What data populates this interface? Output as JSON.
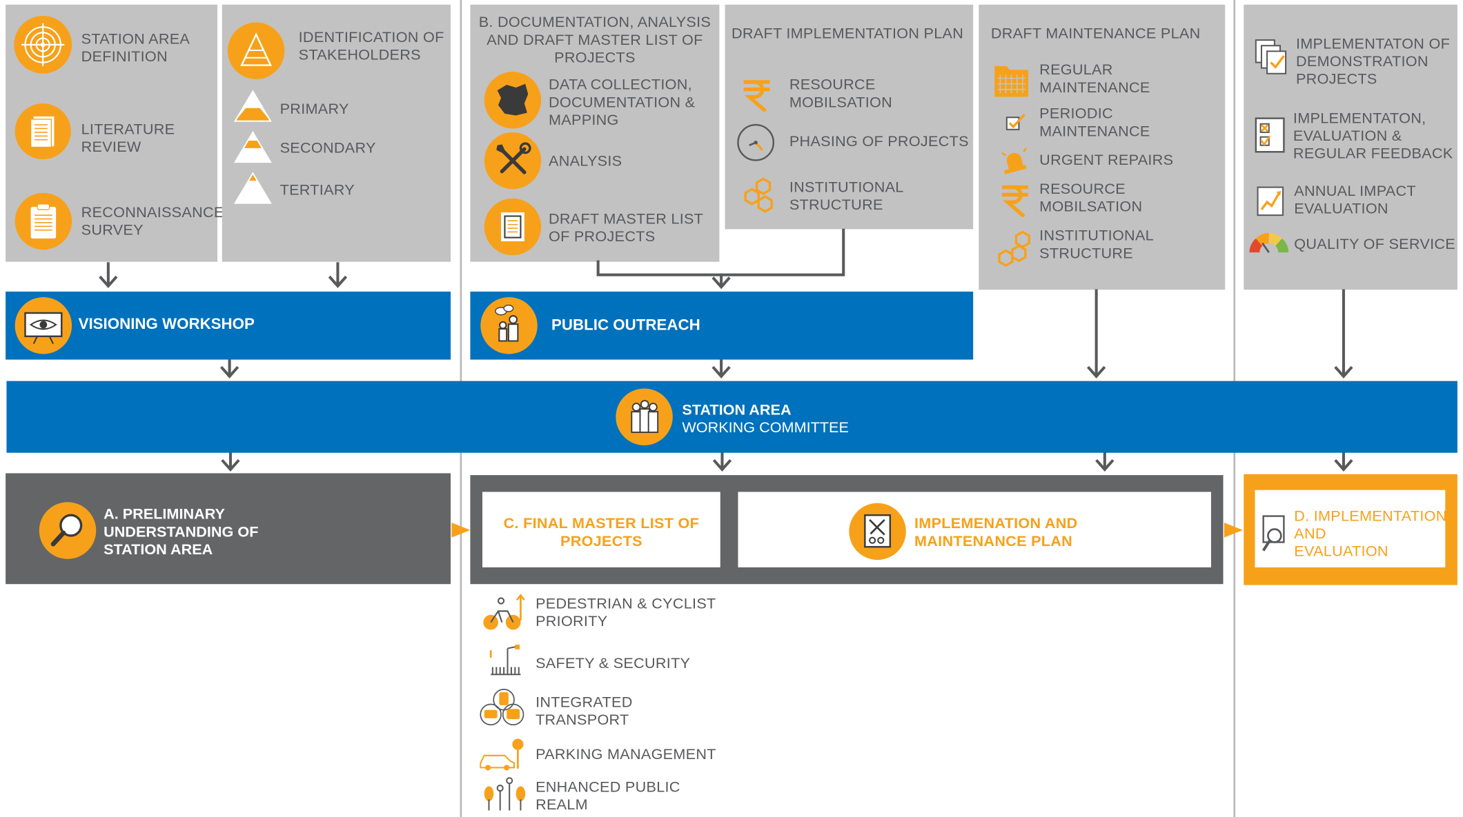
{
  "colors": {
    "orange": "#f7a11a",
    "blue": "#0071bc",
    "gray_panel": "#c2c2c3",
    "dark_gray": "#646567",
    "text_gray": "#58595b"
  },
  "col1": {
    "items": [
      {
        "icon": "target-icon",
        "line1": "STATION AREA",
        "line2": "DEFINITION"
      },
      {
        "icon": "document-icon",
        "line1": "LITERATURE",
        "line2": "REVIEW"
      },
      {
        "icon": "clipboard-icon",
        "line1": "RECONNAISSANCE",
        "line2": "SURVEY"
      }
    ]
  },
  "col2": {
    "title1": "IDENTIFICATION OF",
    "title2": "STAKEHOLDERS",
    "levels": [
      "PRIMARY",
      "SECONDARY",
      "TERTIARY"
    ]
  },
  "col3": {
    "title": [
      "B. DOCUMENTATION, ANALYSIS",
      "AND DRAFT MASTER LIST OF",
      "PROJECTS"
    ],
    "items": [
      {
        "icon": "map-icon",
        "lines": [
          "DATA COLLECTION,",
          "DOCUMENTATION &",
          "MAPPING"
        ]
      },
      {
        "icon": "tools-icon",
        "lines": [
          "ANALYSIS"
        ]
      },
      {
        "icon": "list-icon",
        "lines": [
          "DRAFT MASTER LIST",
          "OF PROJECTS"
        ]
      }
    ]
  },
  "col4": {
    "title": "DRAFT IMPLEMENTATION PLAN",
    "items": [
      {
        "icon": "rupee-icon",
        "lines": [
          "RESOURCE",
          "MOBILSATION"
        ]
      },
      {
        "icon": "clock-icon",
        "lines": [
          "PHASING OF PROJECTS"
        ]
      },
      {
        "icon": "hexagons-icon",
        "lines": [
          "INSTITUTIONAL",
          "STRUCTURE"
        ]
      }
    ]
  },
  "col5": {
    "title": "DRAFT MAINTENANCE PLAN",
    "items": [
      {
        "icon": "grid-folder-icon",
        "lines": [
          "REGULAR",
          "MAINTENANCE"
        ]
      },
      {
        "icon": "checkbox-icon",
        "lines": [
          "PERIODIC",
          "MAINTENANCE"
        ]
      },
      {
        "icon": "siren-icon",
        "lines": [
          "URGENT REPAIRS"
        ]
      },
      {
        "icon": "rupee-icon",
        "lines": [
          "RESOURCE",
          "MOBILSATION"
        ]
      },
      {
        "icon": "hexagons-icon",
        "lines": [
          "INSTITUTIONAL",
          "STRUCTURE"
        ]
      }
    ]
  },
  "col6": {
    "items": [
      {
        "icon": "documents-check-icon",
        "lines": [
          "IMPLEMENTATON OF",
          "DEMONSTRATION",
          "PROJECTS"
        ]
      },
      {
        "icon": "checklist-icon",
        "lines": [
          "IMPLEMENTATON,",
          "EVALUATION &",
          "REGULAR FEEDBACK"
        ]
      },
      {
        "icon": "chart-icon",
        "lines": [
          "ANNUAL IMPACT",
          "EVALUATION"
        ]
      },
      {
        "icon": "gauge-icon",
        "lines": [
          "QUALITY OF SERVICE"
        ]
      }
    ]
  },
  "visioning": {
    "label": "VISIONING WORKSHOP"
  },
  "outreach": {
    "label": "PUBLIC OUTREACH"
  },
  "committee": {
    "line1": "STATION AREA",
    "line2": "WORKING COMMITTEE"
  },
  "stageA": {
    "lines": [
      "A. PRELIMINARY",
      "UNDERSTANDING OF",
      "STATION AREA"
    ]
  },
  "stageC": {
    "lines": [
      "C. FINAL MASTER LIST OF",
      "PROJECTS"
    ]
  },
  "implPlan": {
    "lines": [
      "IMPLEMENATION AND",
      "MAINTENANCE PLAN"
    ]
  },
  "stageD": {
    "lines": [
      "D. IMPLEMENTATION",
      "AND",
      "EVALUATION"
    ]
  },
  "projects": [
    {
      "icon": "cyclist-icon",
      "lines": [
        "PEDESTRIAN & CYCLIST",
        "PRIORITY"
      ]
    },
    {
      "icon": "streetlight-icon",
      "lines": [
        "SAFETY & SECURITY"
      ]
    },
    {
      "icon": "transport-icon",
      "lines": [
        "INTEGRATED",
        "TRANSPORT"
      ]
    },
    {
      "icon": "parking-icon",
      "lines": [
        "PARKING MANAGEMENT"
      ]
    },
    {
      "icon": "people-tree-icon",
      "lines": [
        "ENHANCED PUBLIC",
        "REALM"
      ]
    }
  ]
}
